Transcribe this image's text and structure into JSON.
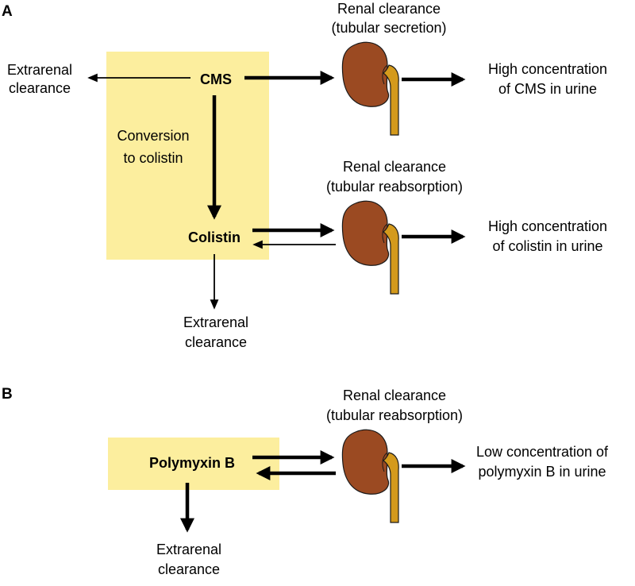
{
  "colors": {
    "box_fill": "#FCEE9E",
    "kidney_fill": "#9B4A22",
    "kidney_stroke": "#1a1a1a",
    "ureter_fill": "#D49A1C",
    "arrow": "#000000"
  },
  "icons": [
    "kidney-icon"
  ],
  "panel_a": {
    "label": "A",
    "cms": "CMS",
    "colistin": "Colistin",
    "extrarenal_left": [
      "Extrarenal",
      "clearance"
    ],
    "conversion": [
      "Conversion",
      "to colistin"
    ],
    "extrarenal_bottom": [
      "Extrarenal",
      "clearance"
    ],
    "renal_secretion": [
      "Renal clearance",
      "(tubular secretion)"
    ],
    "renal_reabsorption": [
      "Renal clearance",
      "(tubular reabsorption)"
    ],
    "urine_cms": [
      "High concentration",
      "of CMS in urine"
    ],
    "urine_colistin": [
      "High concentration",
      "of colistin in urine"
    ]
  },
  "panel_b": {
    "label": "B",
    "polymyxin": "Polymyxin B",
    "renal_reabsorption": [
      "Renal clearance",
      "(tubular reabsorption)"
    ],
    "urine_polymyxin": [
      "Low concentration of",
      "polymyxin B in urine"
    ],
    "extrarenal": [
      "Extrarenal",
      "clearance"
    ]
  }
}
